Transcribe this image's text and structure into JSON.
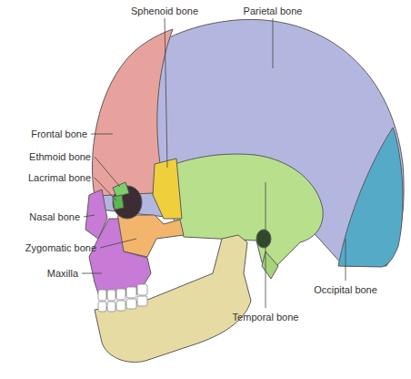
{
  "diagram": {
    "labels": [
      "Sphenoid bone",
      "Parietal bone",
      "Frontal bone",
      "Ethmoid bone",
      "Lacrimal bone",
      "Nasal bone",
      "Zygomatic bone",
      "Maxilla",
      "Occipital bone",
      "Temporal bone"
    ]
  }
}
